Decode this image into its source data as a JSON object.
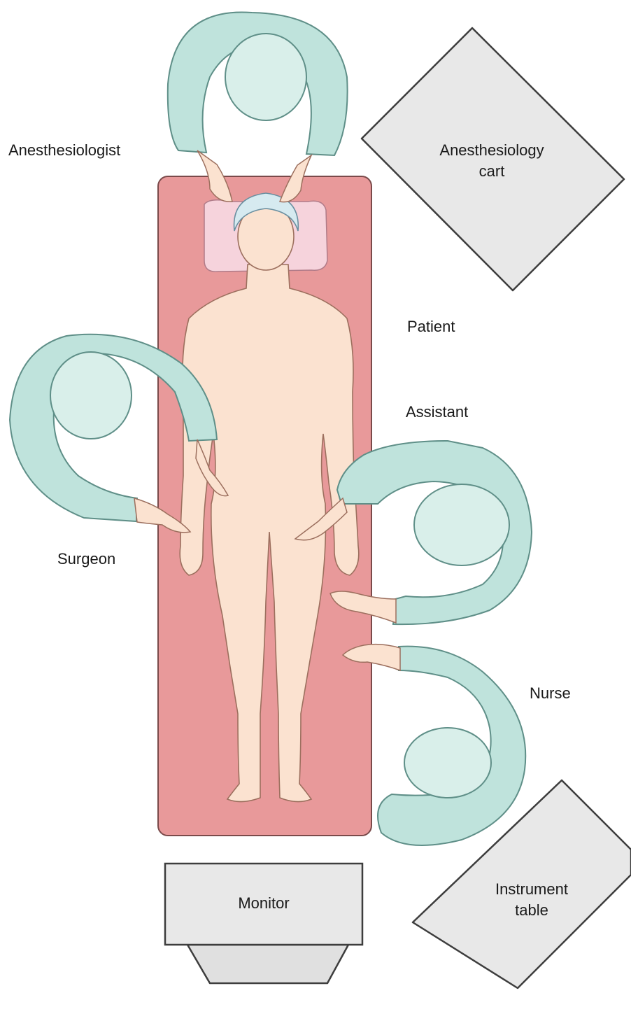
{
  "labels": {
    "anesthesiologist": "Anesthesiologist",
    "anesthesiology_cart_line1": "Anesthesiology",
    "anesthesiology_cart_line2": "cart",
    "patient": "Patient",
    "assistant": "Assistant",
    "surgeon": "Surgeon",
    "nurse": "Nurse",
    "monitor": "Monitor",
    "instrument_table_line1": "Instrument",
    "instrument_table_line2": "table"
  },
  "colors": {
    "table": "#e8999a",
    "gown": "#bfe3dc",
    "gown_outline": "#5f8f88",
    "cap": "#d6eaf0",
    "skin": "#fbe2d0",
    "pillow": "#f6d3dc",
    "furniture": "#e8e8e8",
    "outline": "#3d3d3d"
  }
}
